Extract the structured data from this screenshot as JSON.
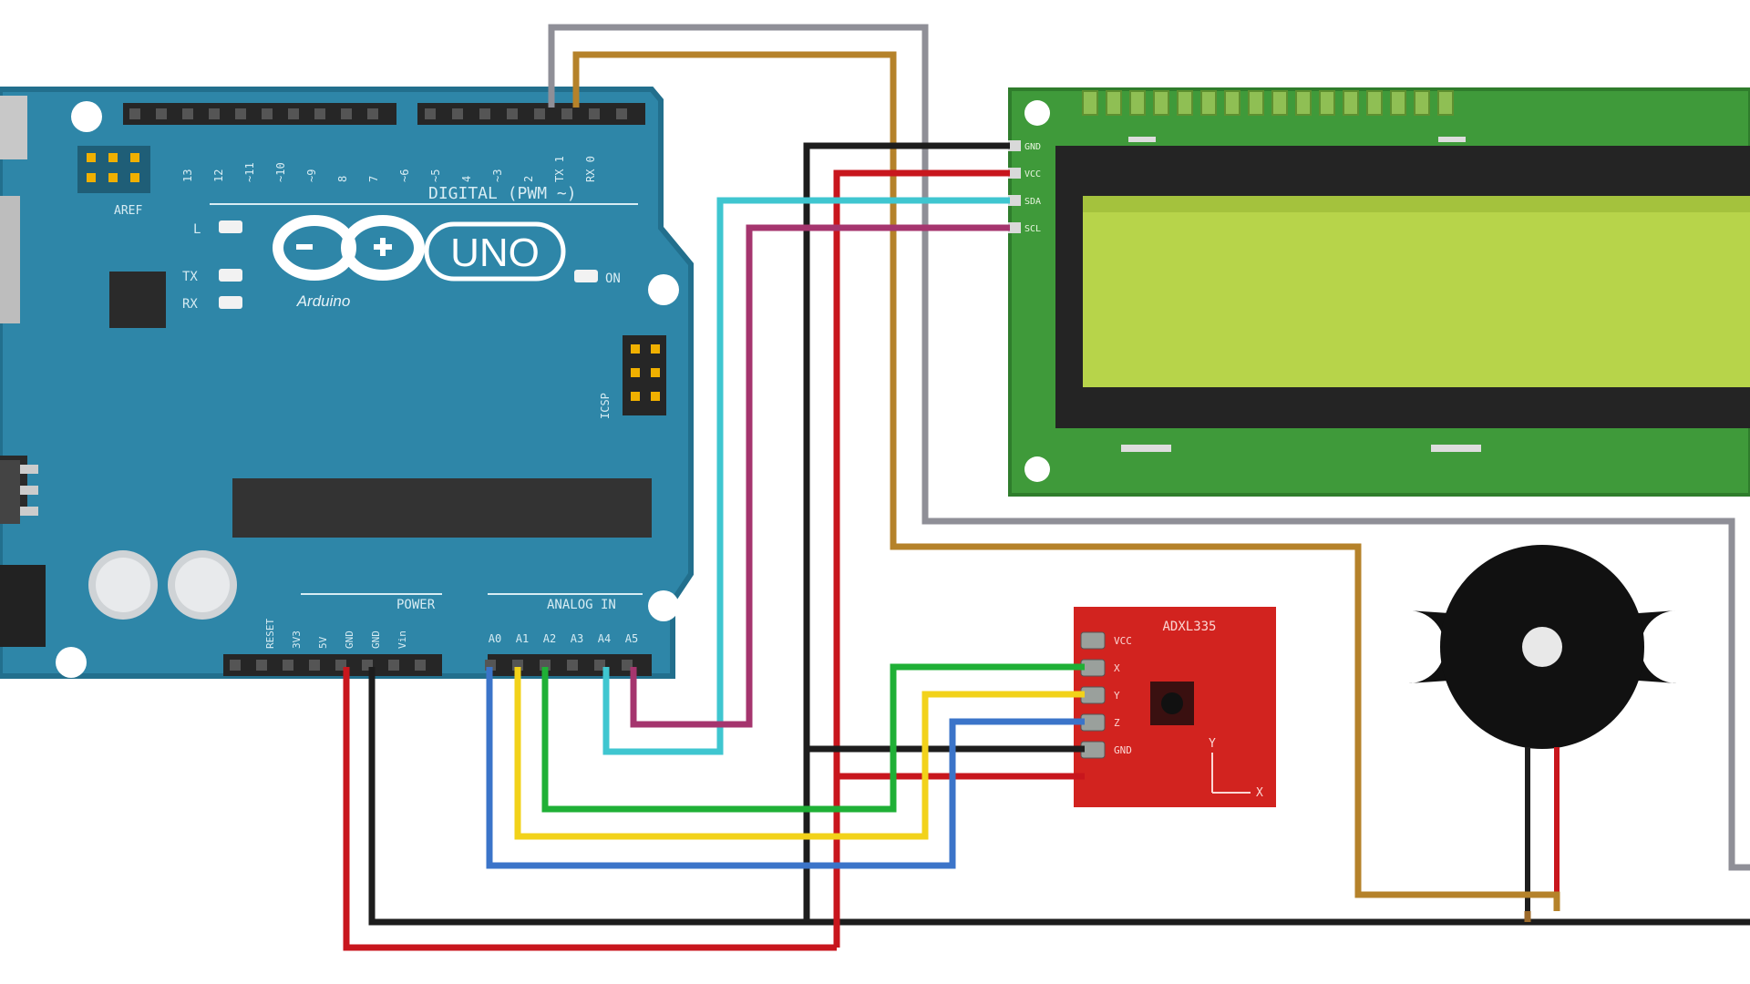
{
  "arduino": {
    "brand_mark": "UNO",
    "maker": "Arduino",
    "led_labels": [
      "L",
      "TX",
      "RX",
      "ON"
    ],
    "top_header_caption": "DIGITAL (PWM ~)",
    "bottom_left_caption": "POWER",
    "bottom_right_caption": "ANALOG IN",
    "aref_label": "AREF",
    "digital_pins": [
      "13",
      "12",
      "~11",
      "~10",
      "~9",
      "8",
      "7",
      "~6",
      "~5",
      "4",
      "~3",
      "2",
      "TX 1",
      "RX 0"
    ],
    "power_pins": [
      "RESET",
      "3V3",
      "5V",
      "GND",
      "GND",
      "Vin"
    ],
    "analog_pins": [
      "A0",
      "A1",
      "A2",
      "A3",
      "A4",
      "A5"
    ],
    "icsp_label": "ICSP"
  },
  "lcd": {
    "pin_labels": [
      "GND",
      "VCC",
      "SDA",
      "SCL"
    ]
  },
  "sensor": {
    "title": "ADXL335",
    "pin_labels": [
      "VCC",
      "X",
      "Y",
      "Z",
      "GND"
    ],
    "axis_labels": [
      "X",
      "Y"
    ]
  },
  "colors": {
    "board": "#2e86a8",
    "board_edge": "#226f8d",
    "lcd_pcb": "#3f9a3a",
    "lcd_screen": "#b7d44a",
    "sensor_pcb": "#d2231f",
    "buzzer": "#111111",
    "wire_gray": "#8f8f97",
    "wire_orange": "#b5822a",
    "wire_black": "#1d1d1d",
    "wire_red": "#c8161d",
    "wire_cyan": "#3fc6d0",
    "wire_purple": "#a5356e",
    "wire_green": "#1fb036",
    "wire_yellow": "#f2d21a",
    "wire_blue": "#3b74c9",
    "wire_brown": "#9c6a2a"
  },
  "buzzer": {
    "icon": "piezo-buzzer-icon"
  }
}
